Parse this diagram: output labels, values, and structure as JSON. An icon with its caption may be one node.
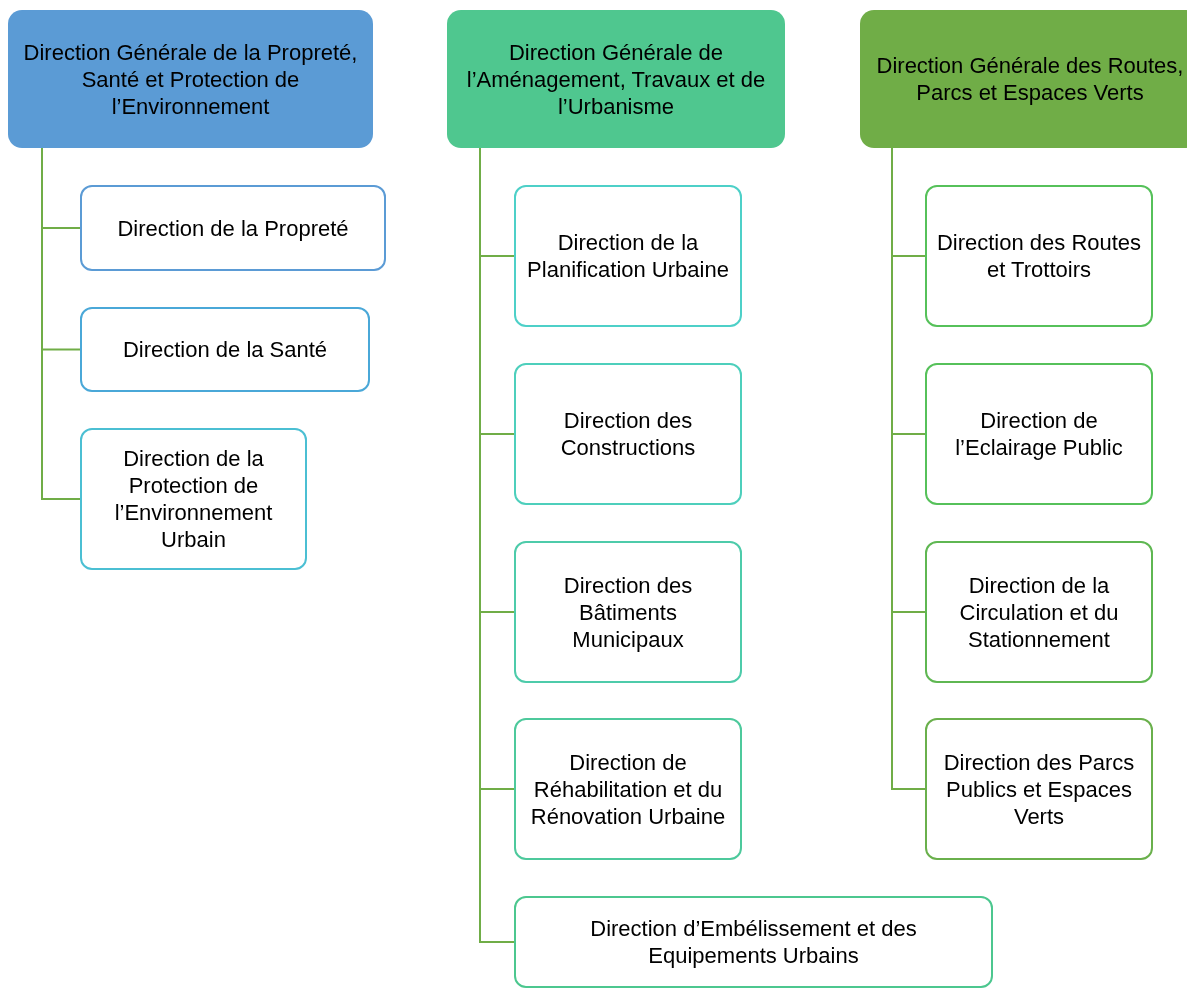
{
  "diagram": {
    "nodes": [
      {
        "text": [
          "Direction Générale de la Propreté, Santé et Protection de l’Environnement"
        ]
      },
      {
        "text": [
          "Direction de la Propreté"
        ]
      },
      {
        "text": [
          "Direction de la Santé"
        ]
      },
      {
        "text": [
          "Direction de la Protection de l’Environnement Urbain"
        ]
      },
      {
        "text": [
          "Direction Générale de l’Aménagement, Travaux et de l’Urbanisme"
        ]
      },
      {
        "text": [
          "Direction de la Planification Urbaine"
        ]
      },
      {
        "text": [
          "Direction des Constructions"
        ]
      },
      {
        "text": [
          "Direction des Bâtiments Municipaux"
        ]
      },
      {
        "text": [
          "Direction de Réhabilitation et du Rénovation Urbaine"
        ]
      },
      {
        "text": [
          "Direction d’Embélissement et des Equipements Urbains"
        ]
      },
      {
        "text": [
          "Direction Générale des Routes, Parcs et Espaces Verts"
        ]
      },
      {
        "text": [
          "Direction des Routes et Trottoirs"
        ]
      },
      {
        "text": [
          "Direction de l’Eclairage Public"
        ]
      },
      {
        "text": [
          "Direction de la Circulation et du Stationnement"
        ]
      },
      {
        "text": [
          "Direction des Parcs Publics et Espaces Verts"
        ]
      }
    ],
    "edges": [
      {
        "from": 0,
        "to": 1,
        "arrow": "none"
      },
      {
        "from": 0,
        "to": 2,
        "arrow": "none"
      },
      {
        "from": 0,
        "to": 3,
        "arrow": "none"
      },
      {
        "from": 4,
        "to": 5,
        "arrow": "none"
      },
      {
        "from": 4,
        "to": 6,
        "arrow": "none"
      },
      {
        "from": 4,
        "to": 7,
        "arrow": "none"
      },
      {
        "from": 4,
        "to": 8,
        "arrow": "none"
      },
      {
        "from": 4,
        "to": 9,
        "arrow": "none"
      },
      {
        "from": 10,
        "to": 11,
        "arrow": "none"
      },
      {
        "from": 10,
        "to": 12,
        "arrow": "none"
      },
      {
        "from": 10,
        "to": 13,
        "arrow": "none"
      },
      {
        "from": 10,
        "to": 14,
        "arrow": "none"
      }
    ]
  }
}
